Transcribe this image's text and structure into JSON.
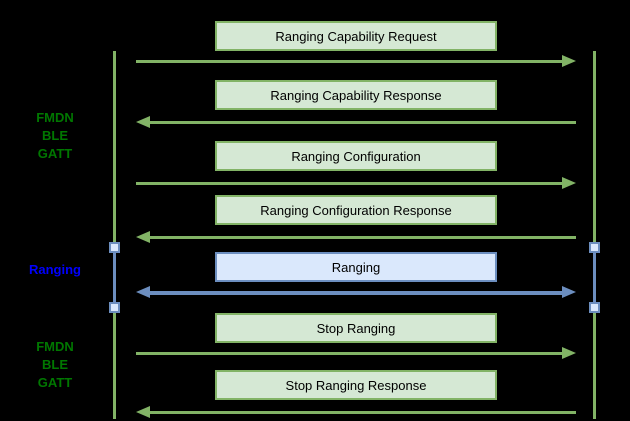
{
  "diagram": {
    "type": "sequence-diagram",
    "background": "#000000",
    "colors": {
      "green_fill": "#d5e8d4",
      "green_stroke": "#82b366",
      "green_text": "#007700",
      "blue_fill": "#dae8fc",
      "blue_stroke": "#6c8ebf",
      "blue_text": "#0000ff",
      "message_text": "#000000"
    },
    "phases": [
      {
        "name": "fmdn-ble-gatt-top",
        "lines": [
          "FMDN",
          "BLE",
          "GATT"
        ],
        "color": "#007700"
      },
      {
        "name": "ranging",
        "lines": [
          "Ranging"
        ],
        "color": "#0000ff"
      },
      {
        "name": "fmdn-ble-gatt-bottom",
        "lines": [
          "FMDN",
          "BLE",
          "GATT"
        ],
        "color": "#007700"
      }
    ],
    "messages": [
      {
        "label": "Ranging Capability Request",
        "direction": "right",
        "style": "green"
      },
      {
        "label": "Ranging Capability Response",
        "direction": "left",
        "style": "green"
      },
      {
        "label": "Ranging Configuration",
        "direction": "right",
        "style": "green"
      },
      {
        "label": "Ranging Configuration Response",
        "direction": "left",
        "style": "green"
      },
      {
        "label": "Ranging",
        "direction": "both",
        "style": "blue"
      },
      {
        "label": "Stop Ranging",
        "direction": "right",
        "style": "green"
      },
      {
        "label": "Stop Ranging Response",
        "direction": "left",
        "style": "green"
      }
    ]
  }
}
